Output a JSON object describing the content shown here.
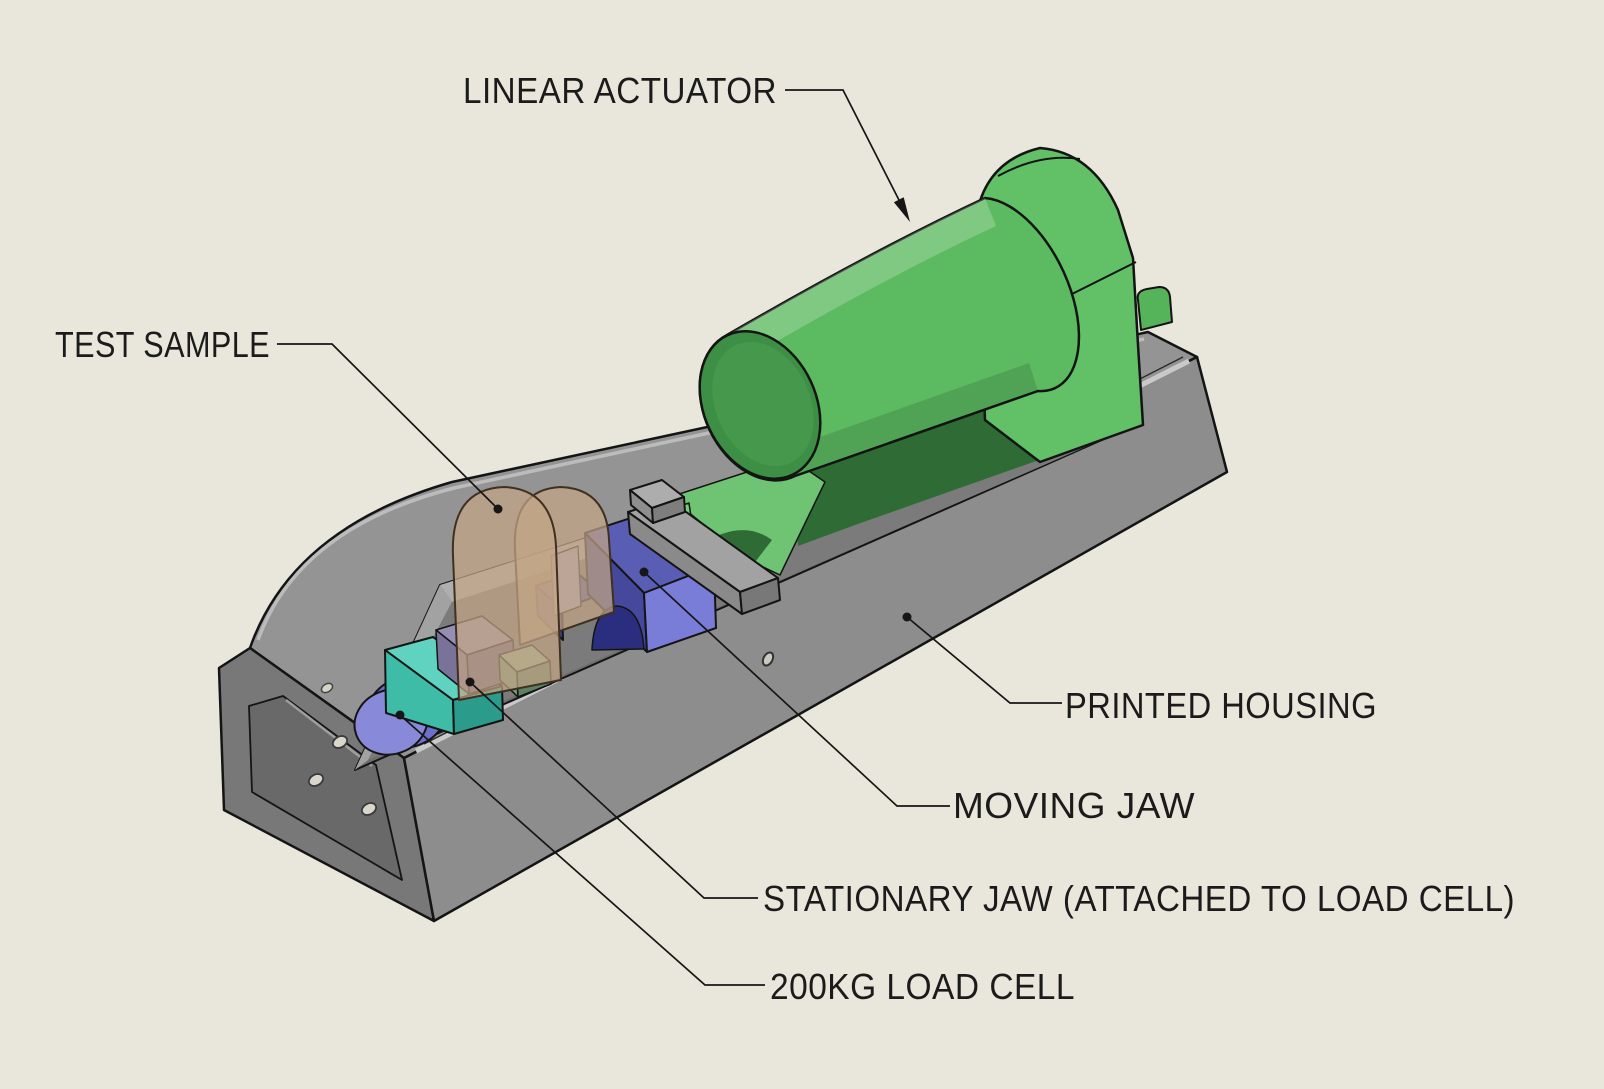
{
  "figure": {
    "kind": "cad-callout-diagram",
    "subject": "benchtop tensile tester assembly"
  },
  "labels": {
    "linear_actuator": "LINEAR ACTUATOR",
    "test_sample": "TEST SAMPLE",
    "printed_housing": "PRINTED HOUSING",
    "moving_jaw": "MOVING JAW",
    "stationary_jaw": "STATIONARY JAW (ATTACHED TO LOAD CELL)",
    "load_cell": "200KG LOAD CELL"
  },
  "colors": {
    "background": "#E9E7DB",
    "housing_gray": "#949494",
    "housing_front_gray": "#8D8D8D",
    "housing_foot_gray": "#787878",
    "pocket_gray": "#6E6E6E",
    "actuator_green": "#5CBA60",
    "actuator_cap_green": "#3C8F44",
    "actuator_arch_green": "#62C066",
    "moving_jaw_blue": "#5A5DB4",
    "stationary_jaw_teal": "#5FD3C0",
    "load_cell_blue": "#888AD9",
    "test_sample_tan": "#C3A585",
    "leader_black": "#161616",
    "label_text": "#1B1B1B"
  },
  "markers": {
    "leader_dot": "filled-circle",
    "leader_arrow": "filled-triangle"
  }
}
